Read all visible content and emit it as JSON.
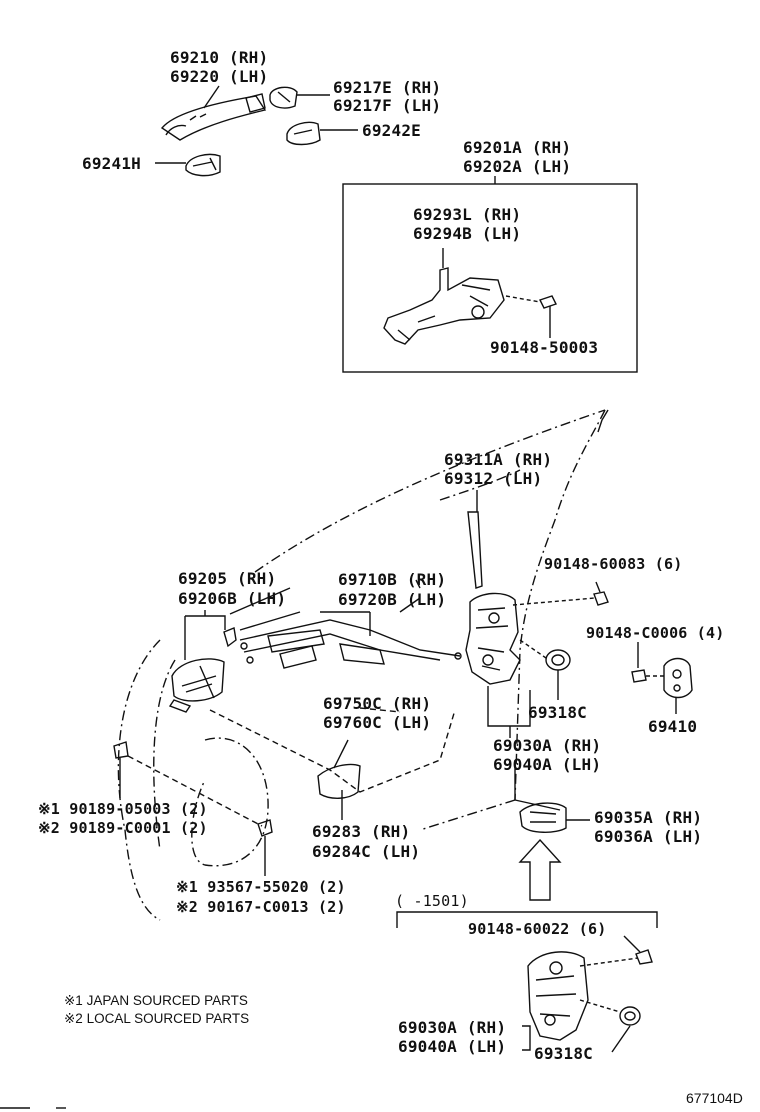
{
  "diagram": {
    "labels": {
      "handle_rh": "69210 (RH)",
      "handle_lh": "69220 (LH)",
      "cover_e_rh": "69217E (RH)",
      "cover_f_lh": "69217F (LH)",
      "pad_242e": "69242E",
      "pad_241h": "69241H",
      "frame_rh": "69201A (RH)",
      "frame_lh": "69202A (LH)",
      "frame_l_rh": "69293L (RH)",
      "frame_b_lh": "69294B (LH)",
      "bolt_50003": "90148-50003",
      "rod_rh": "69311A (RH)",
      "rod_lh": "69312 (LH)",
      "screw_60083": "90148-60083 (6)",
      "inside_handle_rh": "69205 (RH)",
      "inside_handle_lh": "69206B (LH)",
      "cable_rh": "69710B (RH)",
      "cable_lh": "69720B (LH)",
      "screw_c0006": "90148-C0006 (4)",
      "grommet_69318c": "69318C",
      "striker_69410": "69410",
      "cable2_rh": "69750C (RH)",
      "cable2_lh": "69760C (LH)",
      "lock_rh": "69030A (RH)",
      "lock_lh": "69040A (LH)",
      "clip_05003": "※1 90189-05003 (2)",
      "clip_c0001": "※2 90189-C0001 (2)",
      "cover_rh": "69283 (RH)",
      "cover_lh": "69284C (LH)",
      "protector_rh": "69035A (RH)",
      "protector_lh": "69036A (LH)",
      "screw_55020": "※1 93567-55020 (2)",
      "screw_c0013": "※2 90167-C0013 (2)",
      "range": "(      -1501)",
      "screw_60022": "90148-60022 (6)",
      "lock2_rh": "69030A (RH)",
      "lock2_lh": "69040A (LH)",
      "grommet2": "69318C",
      "note1": "※1 JAPAN SOURCED PARTS",
      "note2": "※2 LOCAL SOURCED PARTS",
      "figure_id": "677104D"
    }
  }
}
